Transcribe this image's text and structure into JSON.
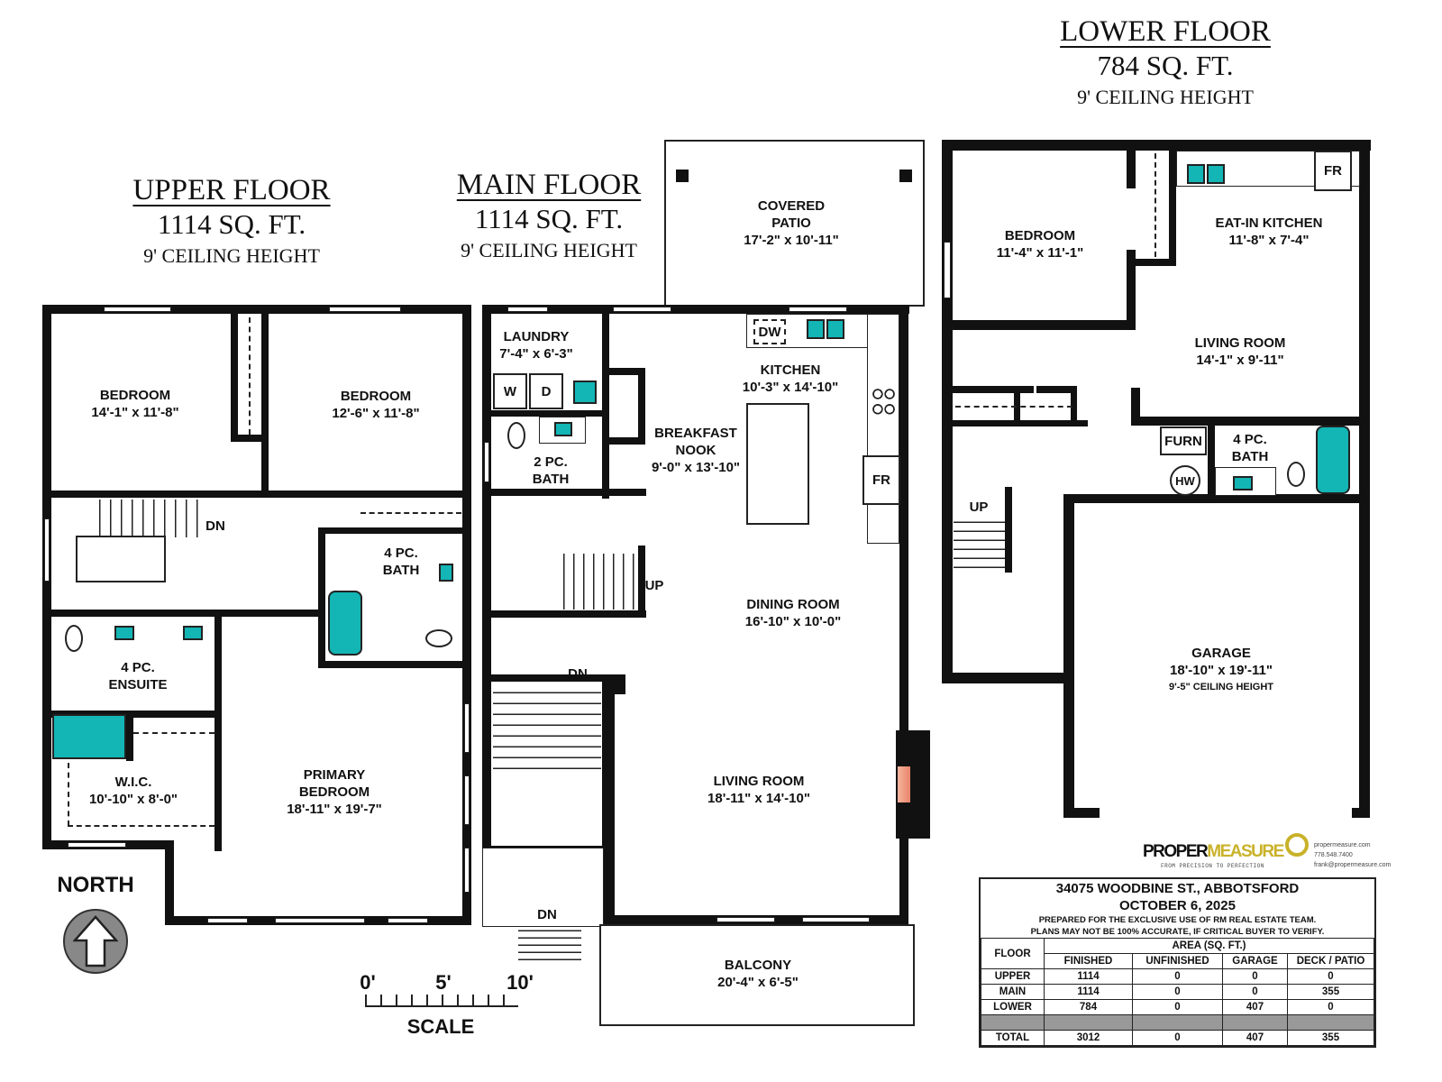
{
  "floors": {
    "upper": {
      "title": "UPPER FLOOR",
      "area": "1114 SQ. FT.",
      "ceiling": "9' CEILING HEIGHT"
    },
    "main": {
      "title": "MAIN FLOOR",
      "area": "1114 SQ. FT.",
      "ceiling": "9' CEILING HEIGHT"
    },
    "lower": {
      "title": "LOWER FLOOR",
      "area": "784 SQ. FT.",
      "ceiling": "9' CEILING HEIGHT"
    }
  },
  "upper_rooms": [
    {
      "name": "BEDROOM",
      "dims": "14'-1\" x 11'-8\""
    },
    {
      "name": "BEDROOM",
      "dims": "12'-6\" x 11'-8\""
    },
    {
      "name": "4 PC.",
      "name2": "BATH"
    },
    {
      "name": "4 PC.",
      "name2": "ENSUITE"
    },
    {
      "name": "W.I.C.",
      "dims": "10'-10\" x 8'-0\""
    },
    {
      "name": "PRIMARY",
      "name2": "BEDROOM",
      "dims": "18'-11\" x 19'-7\""
    }
  ],
  "main_rooms": [
    {
      "name": "COVERED",
      "name2": "PATIO",
      "dims": "17'-2\" x 10'-11\""
    },
    {
      "name": "LAUNDRY",
      "dims": "7'-4\" x 6'-3\""
    },
    {
      "name": "KITCHEN",
      "dims": "10'-3\" x 14'-10\""
    },
    {
      "name": "BREAKFAST",
      "name2": "NOOK",
      "dims": "9'-0\" x 13'-10\""
    },
    {
      "name": "2 PC.",
      "name2": "BATH"
    },
    {
      "name": "DINING ROOM",
      "dims": "16'-10\" x 10'-0\""
    },
    {
      "name": "LIVING ROOM",
      "dims": "18'-11\" x 14'-10\""
    },
    {
      "name": "BALCONY",
      "dims": "20'-4\" x 6'-5\""
    }
  ],
  "lower_rooms": [
    {
      "name": "BEDROOM",
      "dims": "11'-4\" x 11'-1\""
    },
    {
      "name": "EAT-IN KITCHEN",
      "dims": "11'-8\" x 7'-4\""
    },
    {
      "name": "LIVING ROOM",
      "dims": "14'-1\" x 9'-11\""
    },
    {
      "name": "4 PC.",
      "name2": "BATH"
    },
    {
      "name": "GARAGE",
      "dims": "18'-10\" x 19'-11\"",
      "note": "9'-5\" CEILING HEIGHT"
    }
  ],
  "fixtures": {
    "washer": "W",
    "dryer": "D",
    "dishwasher": "DW",
    "fridge": "FR",
    "furnace": "FURN",
    "hot_water": "HW"
  },
  "stairs": {
    "dn": "DN",
    "up": "UP"
  },
  "north": "NORTH",
  "scale": {
    "ticks": [
      "0'",
      "5'",
      "10'"
    ],
    "label": "SCALE"
  },
  "logo": {
    "brand1": "PROPER",
    "brand2": "MEASURE",
    "tagline": "FROM PRECISION TO PERFECTION",
    "website": "propermeasure.com",
    "phone": "778.548.7400",
    "email": "frank@propermeasure.com"
  },
  "info": {
    "address": "34075 WOODBINE ST., ABBOTSFORD",
    "date": "OCTOBER 6, 2025",
    "note1": "PREPARED FOR THE EXCLUSIVE USE OF RM REAL ESTATE TEAM.",
    "note2": "PLANS MAY NOT BE 100% ACCURATE, IF CRITICAL BUYER TO VERIFY."
  },
  "area_table": {
    "floor_header": "FLOOR",
    "group_header": "AREA (SQ. FT.)",
    "columns": [
      "FINISHED",
      "UNFINISHED",
      "GARAGE",
      "DECK / PATIO"
    ],
    "rows": [
      {
        "floor": "UPPER",
        "values": [
          "1114",
          "0",
          "0",
          "0"
        ]
      },
      {
        "floor": "MAIN",
        "values": [
          "1114",
          "0",
          "0",
          "355"
        ]
      },
      {
        "floor": "LOWER",
        "values": [
          "784",
          "0",
          "407",
          "0"
        ]
      }
    ],
    "total": {
      "floor": "TOTAL",
      "values": [
        "3012",
        "0",
        "407",
        "355"
      ]
    }
  },
  "colors": {
    "wall": "#111111",
    "fixture": "#13b5b5"
  }
}
